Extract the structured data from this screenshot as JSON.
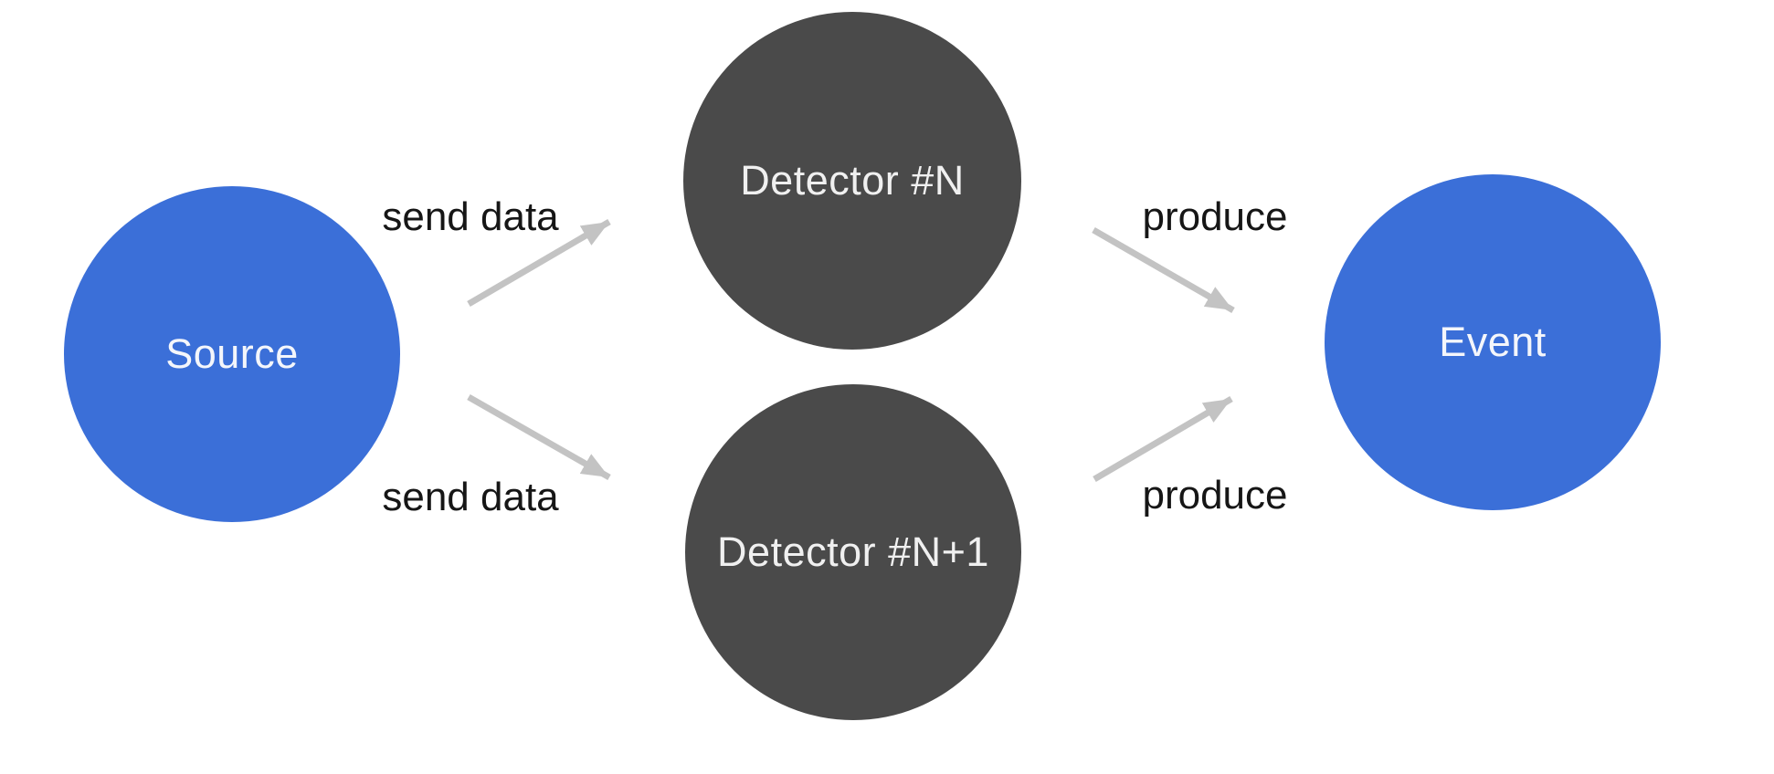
{
  "diagram": {
    "nodes": [
      {
        "id": "source",
        "label": "Source",
        "shape": "circle",
        "fill": "#3b6fd8",
        "text_color": "#f4f6fb"
      },
      {
        "id": "detector-n",
        "label": "Detector #N",
        "shape": "circle",
        "fill": "#4a4a4a",
        "text_color": "#f0f0f0"
      },
      {
        "id": "detector-n-plus-1",
        "label": "Detector #N+1",
        "shape": "circle",
        "fill": "#4a4a4a",
        "text_color": "#f0f0f0"
      },
      {
        "id": "event",
        "label": "Event",
        "shape": "circle",
        "fill": "#3b6fd8",
        "text_color": "#f4f6fb"
      }
    ],
    "edges": [
      {
        "from": "source",
        "to": "detector-n",
        "label": "send data"
      },
      {
        "from": "source",
        "to": "detector-n-plus-1",
        "label": "send data"
      },
      {
        "from": "detector-n",
        "to": "event",
        "label": "produce"
      },
      {
        "from": "detector-n-plus-1",
        "to": "event",
        "label": "produce"
      }
    ],
    "style": {
      "background": "#ffffff",
      "arrow_color": "#c3c3c3",
      "edge_label_color": "#161616"
    }
  }
}
